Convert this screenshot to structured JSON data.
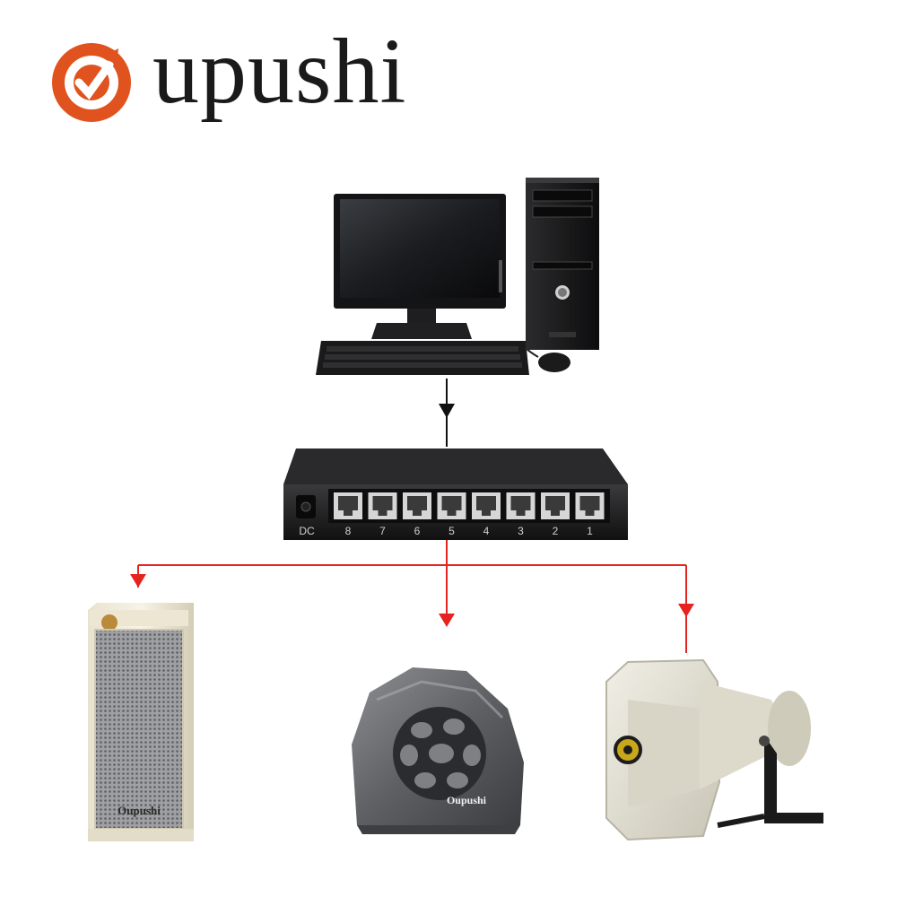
{
  "brand": {
    "name": "upushi",
    "color": "#e0531f"
  },
  "switch": {
    "dc_label": "DC",
    "ports": [
      "8",
      "7",
      "6",
      "5",
      "4",
      "3",
      "2",
      "1"
    ]
  },
  "speakers": {
    "column_brand": "Oupushi",
    "rock_brand": "Oupushi"
  },
  "connections": {
    "computer_to_switch_color": "#111111",
    "switch_to_speakers_color": "#e52420"
  }
}
